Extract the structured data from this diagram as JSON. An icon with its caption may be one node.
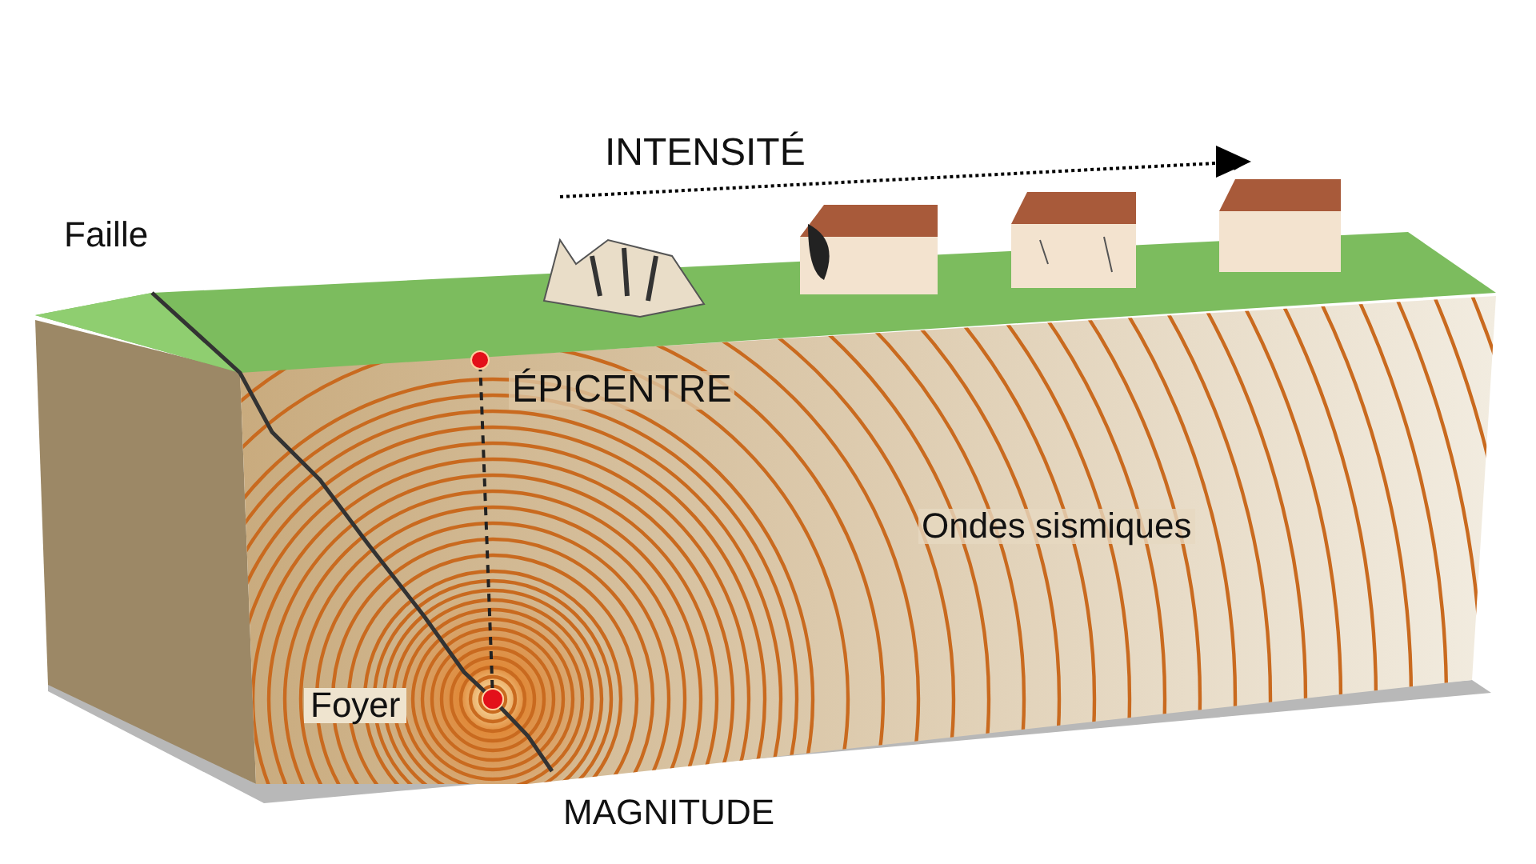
{
  "diagram": {
    "nodes": [
      {
        "text": [],
        "shape": "circle"
      },
      {
        "text": [],
        "shape": "circle"
      }
    ],
    "edges": [
      {
        "from": 1,
        "to": 0,
        "arrow": "none",
        "style": "dashed"
      }
    ],
    "labels": [
      "INTENSITÉ",
      "Faille",
      "ÉPICENTRE",
      "Ondes sismiques",
      "Foyer",
      "MAGNITUDE"
    ]
  }
}
